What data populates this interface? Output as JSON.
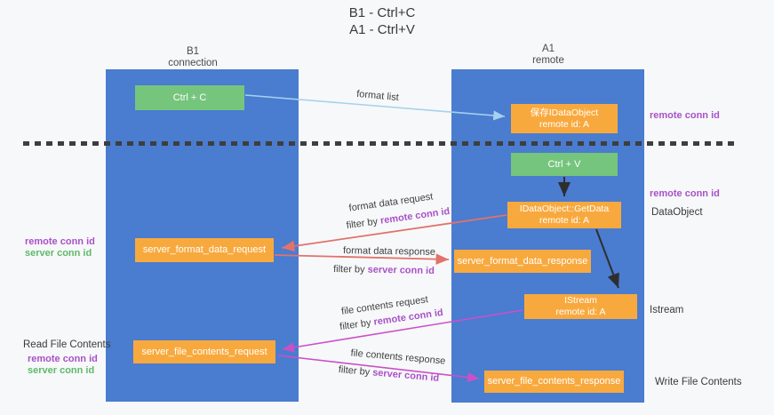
{
  "title": {
    "line1": "B1 - Ctrl+C",
    "line2": "A1 - Ctrl+V"
  },
  "columns": {
    "left": {
      "name": "B1",
      "role": "connection"
    },
    "right": {
      "name": "A1",
      "role": "remote"
    }
  },
  "boxes": {
    "ctrl_c": "Ctrl + C",
    "save_idataobject": {
      "line1": "保存IDataObject",
      "line2": "remote id: A"
    },
    "ctrl_v": "Ctrl + V",
    "getdata": {
      "line1": "IDataObject::GetData",
      "line2": "remote id: A"
    },
    "format_request": "server_format_data_request",
    "format_response": "server_format_data_response",
    "istream": {
      "line1": "IStream",
      "line2": "remote id: A"
    },
    "file_request": "server_file_contents_request",
    "file_response": "server_file_contents_response"
  },
  "arrow_labels": {
    "format_list": "format list",
    "format_data_request": "format data request",
    "format_data_response": "format data response",
    "file_contents_request": "file contents request",
    "file_contents_response": "file contents response",
    "filter_by": "filter by",
    "remote_conn_id": "remote conn id",
    "server_conn_id": "server conn id"
  },
  "side_labels": {
    "remote_conn_id": "remote conn id",
    "server_conn_id": "server conn id",
    "dataobject": "DataObject",
    "istream": "Istream",
    "read_file_contents": "Read File Contents",
    "write_file_contents": "Write File Contents"
  },
  "colors": {
    "column_blue": "#4a7cd0",
    "box_orange": "#f8a93e",
    "box_green": "#76c57d",
    "purple_label": "#a852c8",
    "green_label": "#5eb96a",
    "salmon_arrow": "#e2726b",
    "magenta_arrow": "#cb50c8",
    "light_blue_arrow": "#a5d2ee",
    "black_arrow": "#2e2e2e"
  }
}
